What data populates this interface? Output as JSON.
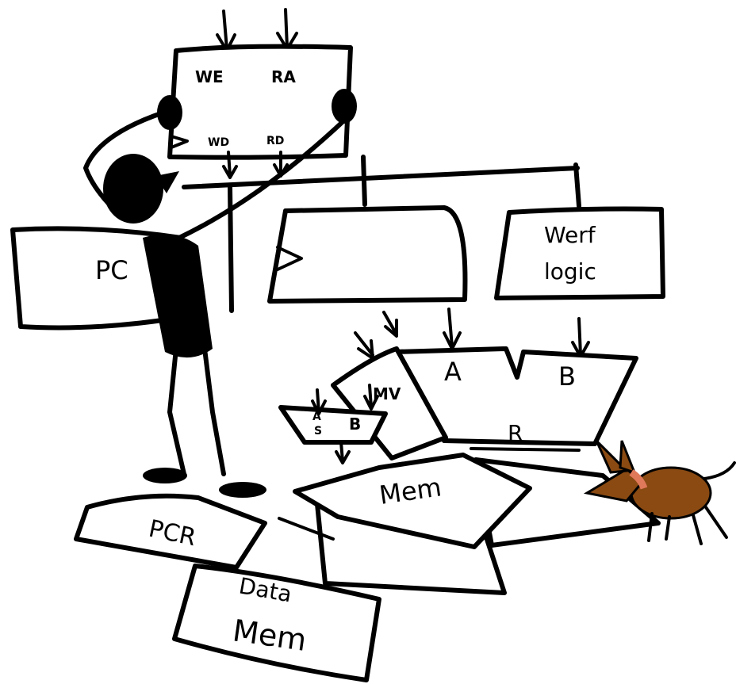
{
  "register_file": {
    "we_label": "WE",
    "ra_label": "RA",
    "wd_label": "WD",
    "rd_label": "RD"
  },
  "pc_box": {
    "label": "PC"
  },
  "werf_box": {
    "line1": "Werf",
    "line2": "logic"
  },
  "alu": {
    "a_label": "A",
    "b_label": "B",
    "r_label": "R"
  },
  "small_mux": {
    "a_label": "A",
    "s_label": "S",
    "b_label": "B"
  },
  "mux": {
    "label": "MV"
  },
  "papers": {
    "pcr_label": "PCR",
    "mem_label": "Mem",
    "data_mem_line1": "Data",
    "data_mem_line2": "Mem"
  },
  "colors": {
    "ink": "#000000",
    "paper": "#ffffff",
    "dog_fur": "#8a4a12",
    "dog_collar": "#e0785a"
  }
}
